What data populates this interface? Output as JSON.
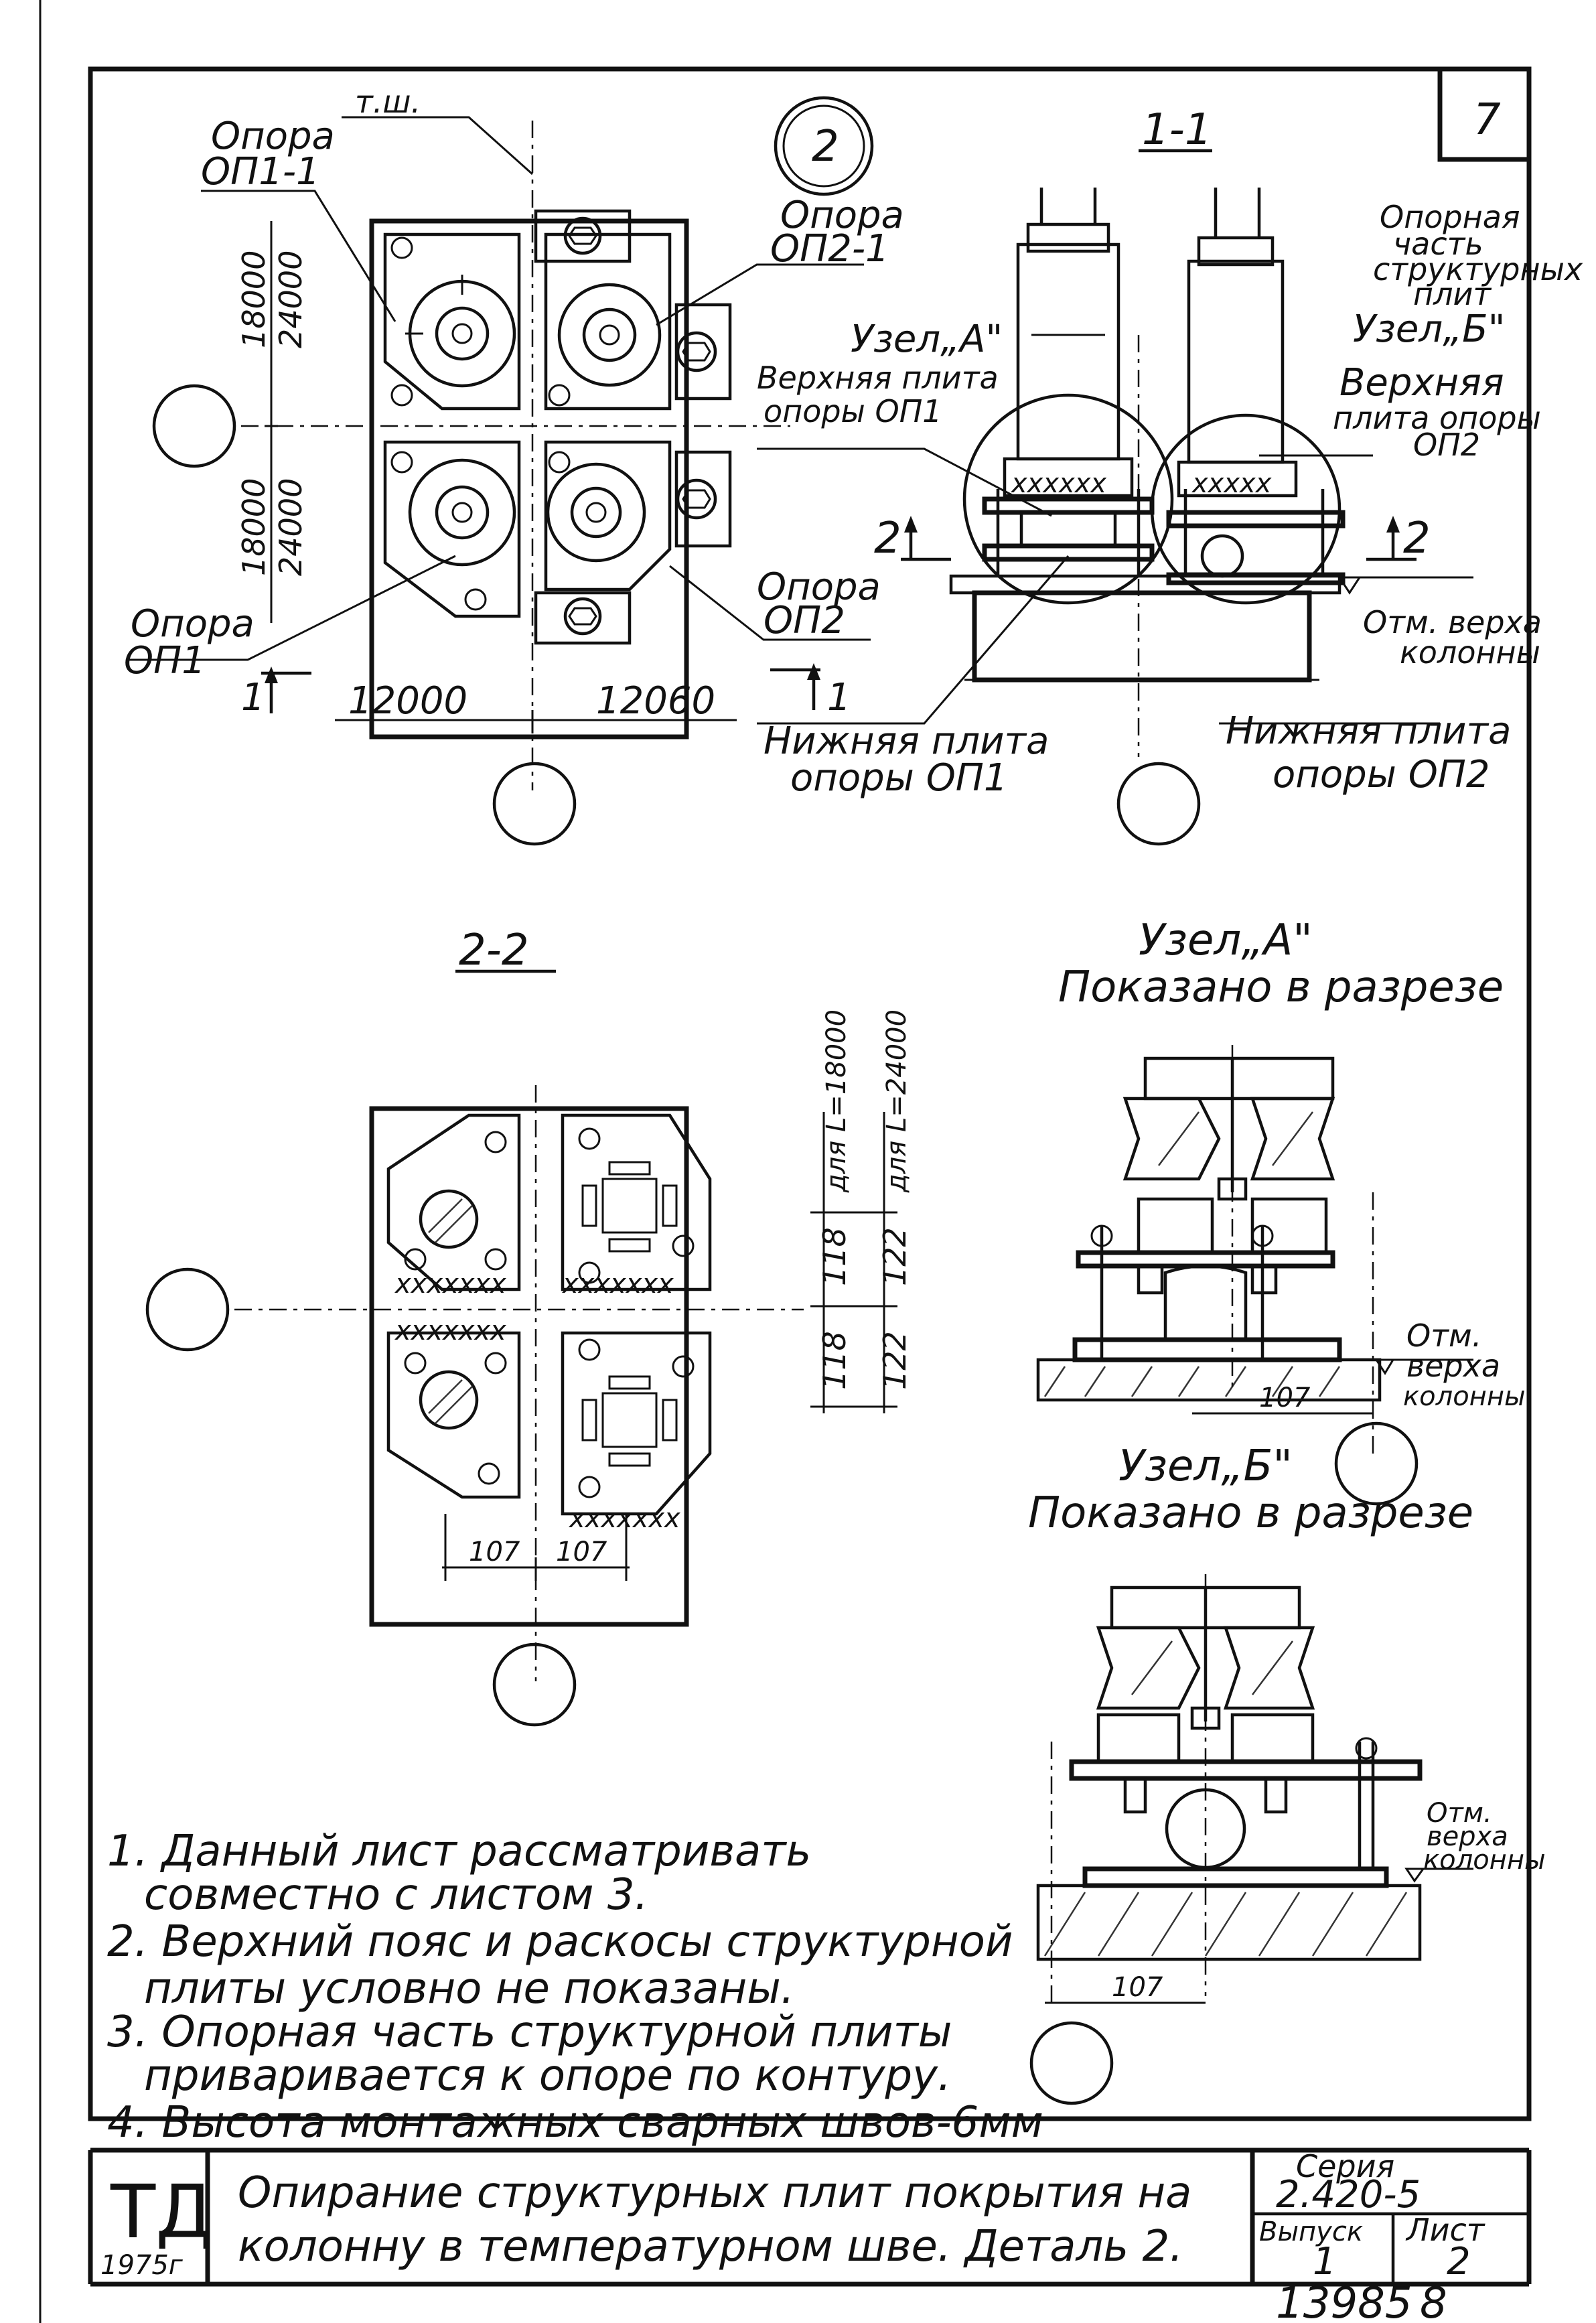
{
  "sheet": {
    "sheet_number": "7",
    "detail_callout": "2",
    "series_label": "Серия",
    "series_value": "2.420-5",
    "issue_label": "Выпуск",
    "issue_value": "1",
    "page_label": "Лист",
    "page_value": "2",
    "logo_text": "ТД",
    "year": "1975г",
    "archive_number": "13985",
    "archive_suffix": "8",
    "title_line1": "Опирание структурных плит покрытия на",
    "title_line2": "колонну в температурном шве. Деталь 2."
  },
  "plan": {
    "temp_joint_label": "т.ш.",
    "op1_1_label_a": "Опора",
    "op1_1_label_b": "ОП1-1",
    "op2_1_label_a": "Опора",
    "op2_1_label_b": "ОП2-1",
    "op2_label_a": "Опора",
    "op2_label_b": "ОП2",
    "op1_label_a": "Опора",
    "op1_label_b": "ОП1",
    "dim_18000_top": "18000",
    "dim_24000_top": "24000",
    "dim_18000_bot": "18000",
    "dim_24000_bot": "24000",
    "dim_left": "12000",
    "dim_right": "12060",
    "cut_left_num": "1",
    "cut_right_num": "1"
  },
  "section11": {
    "title": "1-1",
    "bearing_part_l1": "Опорная",
    "bearing_part_l2": "часть",
    "bearing_part_l3": "структурных",
    "bearing_part_l4": "плит",
    "node_a": "Узел„А\"",
    "node_b": "Узел„Б\"",
    "upper_plate_a_l1": "Верхняя плита",
    "upper_plate_a_l2": "опоры ОП1",
    "upper_plate_b_l1": "Верхняя",
    "upper_plate_b_l2": "плита опоры",
    "upper_plate_b_l3": "ОП2",
    "cut_left": "2",
    "cut_right": "2",
    "elev_l1": "Отм. верха",
    "elev_l2": "колонны",
    "lower_plate_a_l1": "Нижняя плита",
    "lower_plate_a_l2": "опоры ОП1",
    "lower_plate_b_l1": "Нижняя плита",
    "lower_plate_b_l2": "опоры ОП2"
  },
  "section22": {
    "title": "2-2",
    "dim_l18000": "для L=18000",
    "dim_l24000": "для L=24000",
    "dim_118_top": "118",
    "dim_122_top": "122",
    "dim_118_bot": "118",
    "dim_122_bot": "122",
    "dim_107_left": "107",
    "dim_107_right": "107"
  },
  "node_a": {
    "title": "Узел„А\"",
    "subtitle": "Показано в разрезе",
    "elev_l1": "Отм.",
    "elev_l2": "верха",
    "elev_l3": "колонны",
    "dim_107": "107"
  },
  "node_b": {
    "title": "Узел„Б\"",
    "subtitle": "Показано в разрезе",
    "elev_l1": "Отм.",
    "elev_l2": "верха",
    "elev_l3": "колонны",
    "dim_107": "107"
  },
  "notes": [
    "1. Данный лист рассматривать",
    "совместно с листом 3.",
    "2. Верхний пояс и раскосы структурной",
    "плиты условно не показаны.",
    "3. Опорная часть структурной плиты",
    "приваривается к опоре по контуру.",
    "4. Высота монтажных сварных швов-6мм"
  ]
}
